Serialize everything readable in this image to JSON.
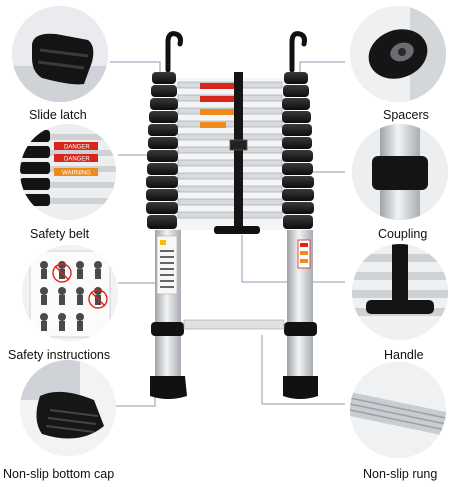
{
  "features": {
    "slide_latch": "Slide latch",
    "safety_belt": "Safety belt",
    "safety_instructions": "Safety instructions",
    "non_slip_bottom_cap": "Non-slip bottom cap",
    "spacers": "Spacers",
    "coupling": "Coupling",
    "handle": "Handle",
    "non_slip_rung": "Non-slip rung"
  },
  "warning_labels": {
    "danger": "DANGER",
    "warning": "WARNING"
  },
  "colors": {
    "ladder_black": "#141414",
    "aluminum": "#c9ccd0",
    "danger_red": "#d9261c",
    "warning_orange": "#f08a1d",
    "connector_line": "#8a9bb0"
  }
}
